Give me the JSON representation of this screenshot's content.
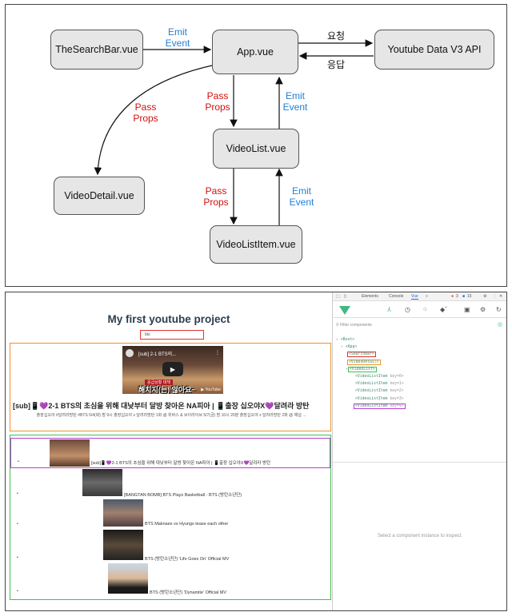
{
  "diagram": {
    "nodes": {
      "searchbar": "TheSearchBar.vue",
      "app": "App.vue",
      "api": "Youtube Data V3 API",
      "videodetail": "VideoDetail.vue",
      "videolist": "VideoList.vue",
      "videolistitem": "VideoListItem.vue"
    },
    "edges": {
      "emit_event_1": [
        "Emit",
        "Event"
      ],
      "request": "요청",
      "response": "응답",
      "pass_props_detail": [
        "Pass",
        "Props"
      ],
      "pass_props_list": [
        "Pass",
        "Props"
      ],
      "emit_event_list": [
        "Emit",
        "Event"
      ],
      "pass_props_item": [
        "Pass",
        "Props"
      ],
      "emit_event_item": [
        "Emit",
        "Event"
      ]
    },
    "colors": {
      "emit": "#1f7fd6",
      "props": "#d21010",
      "node_fill": "#e6e6e6"
    }
  },
  "app": {
    "title": "My first youtube project",
    "search_value": "bts",
    "detail": {
      "video_title": "[sub] 2-1 BTS의...",
      "overlay_caption": "해치지(는) 않아요~",
      "overlay_tag": "응급상황 대책",
      "title": "[sub]📱💜2-1 BTS의 초심을 위해 대낮부터 달방 찾아온 NA피아 | 📱출장 십오야X💜달려라 방탄",
      "description": "출장십오야 #달려라방탄 #BTS 5/4(화) 밤 9시 출장십오야 x 달려라방탄 1화 @ 위버스 & 브이라이브 5/7(금) 밤 10시 20분 출장십오야 x 달려라방탄 2화 @ 채널 ..."
    },
    "list": [
      {
        "title": "[sub]📱💜2-1 BTS의 초심을 위해 대낮부터 달방 찾아온 NA피아 | 📱출장 십오야X💜달려라 방탄"
      },
      {
        "title": "[BANGTAN BOMB] BTS Plays Basketball - BTS (방탄소년단)"
      },
      {
        "title": "BTS Maknaes vs Hyungs tease each other"
      },
      {
        "title": "BTS (방탄소년단) 'Life Goes On' Official MV"
      },
      {
        "title": "BTS (방탄소년단) 'Dynamite' Official MV"
      }
    ]
  },
  "devtools": {
    "tabs": [
      "Elements",
      "Console",
      "Vue",
      "»"
    ],
    "errors": "3",
    "messages": "15",
    "filter_placeholder": "Filter components",
    "tree": {
      "root": "<Root>",
      "app": "<App>",
      "searchbar": "<SearchBar>",
      "videodetail": "<VideoDetail>",
      "videolist": "<VideoList>",
      "items": [
        {
          "name": "<VideoListItem",
          "key": "key=0>"
        },
        {
          "name": "<VideoListItem",
          "key": "key=1>"
        },
        {
          "name": "<VideoListItem",
          "key": "key=2>"
        },
        {
          "name": "<VideoListItem",
          "key": "key=3>"
        },
        {
          "name": "<VideoListItem",
          "key": "key=4>"
        }
      ]
    },
    "empty_message": "Select a component instance to inspect."
  }
}
